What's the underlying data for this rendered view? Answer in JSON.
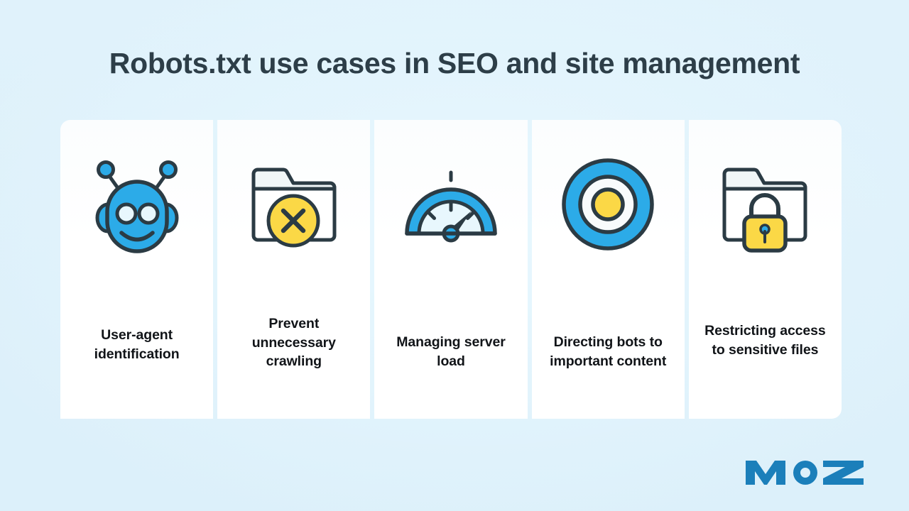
{
  "page": {
    "title": "Robots.txt use cases in SEO and site management",
    "background_color": "#ddf1fb",
    "title_color": "#2d3e48",
    "card_background": "#ffffff"
  },
  "palette": {
    "brand_blue": "#2cabe8",
    "deep_blue": "#1b7fba",
    "accent_yellow": "#fbd846",
    "outline_dark": "#2b3b44",
    "icon_face_light": "#e8f7fd",
    "label_text": "#111418"
  },
  "cards": [
    {
      "id": "user-agent-identification",
      "label": "User-agent identification",
      "icon": "robot-icon",
      "icon_colors": {
        "body": "#2cabe8",
        "outline": "#2b3b44",
        "eyes": "#e8f7fd"
      }
    },
    {
      "id": "prevent-unnecessary-crawling",
      "label": "Prevent unnecessary crawling",
      "icon": "folder-x-icon",
      "icon_colors": {
        "folder": "#ffffff",
        "badge": "#fbd846",
        "outline": "#2b3b44"
      }
    },
    {
      "id": "managing-server-load",
      "label": "Managing server load",
      "icon": "speedometer-icon",
      "icon_colors": {
        "ring": "#2cabe8",
        "face": "#e8f7fd",
        "outline": "#2b3b44"
      }
    },
    {
      "id": "directing-bots-to-important-content",
      "label": "Directing bots to important content",
      "icon": "target-icon",
      "icon_colors": {
        "ring": "#2cabe8",
        "mid": "#f8fbfc",
        "center": "#fbd846",
        "outline": "#2b3b44"
      }
    },
    {
      "id": "restricting-access-to-sensitive-files",
      "label": "Restricting access to sensitive files",
      "icon": "folder-lock-icon",
      "icon_colors": {
        "folder": "#ffffff",
        "lock": "#fbd846",
        "outline": "#2b3b44"
      }
    }
  ],
  "branding": {
    "logo_text": "MOZ",
    "logo_color": "#1b7fba"
  }
}
